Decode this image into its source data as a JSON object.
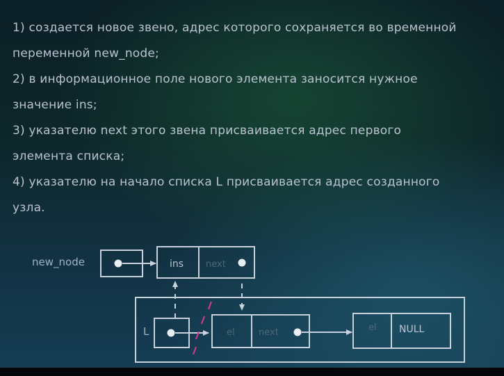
{
  "steps": [
    "1) создается новое звено, адрес которого сохраняется во временной",
    "переменной new_node;",
    "2) в информационное поле нового элемента заносится нужное",
    "значение ins;",
    "3) указателю next этого звена присваивается адрес первого",
    "элемента списка;",
    "4) указателю на начало списка L присваивается адрес созданного",
    "узла."
  ],
  "diagram": {
    "new_node_label": "new_node",
    "new_info_label": "ins",
    "new_next_label": "next",
    "list_pointer_label": "L",
    "first_info_label": "el",
    "first_next_label": "next",
    "last_info_label": "el",
    "last_next_label": "NULL",
    "colors": {
      "line": "#c8d2dc",
      "dot": "#e8eef3",
      "faded_text": "#4f6878",
      "cross_marks": "#d83a8c"
    }
  }
}
